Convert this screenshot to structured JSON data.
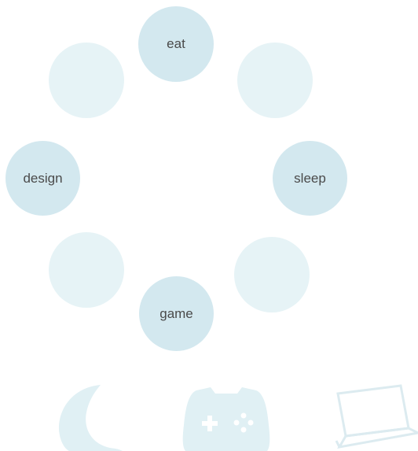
{
  "circles": {
    "top": {
      "label": "eat"
    },
    "left": {
      "label": "design"
    },
    "right": {
      "label": "sleep"
    },
    "bottom": {
      "label": "game"
    }
  },
  "icons": [
    "moon-icon",
    "gamepad-icon",
    "laptop-icon"
  ],
  "colors": {
    "labeled_circle": "#d3e8ef",
    "blank_circle": "#e6f3f6",
    "icon": "#e0f0f4",
    "text": "#4a4a4a"
  }
}
